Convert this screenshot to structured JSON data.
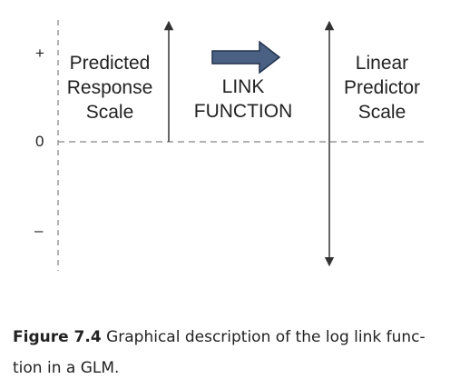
{
  "diagram": {
    "axis_labels": {
      "plus": "+",
      "zero": "0",
      "minus": "–"
    },
    "predicted_response_scale": [
      "Predicted",
      "Response",
      "Scale"
    ],
    "link_function": [
      "LINK",
      "FUNCTION"
    ],
    "linear_predictor_scale": [
      "Linear",
      "Predictor",
      "Scale"
    ],
    "colors": {
      "arrow_fill": "#4a6184",
      "arrow_stroke": "#22324c",
      "line": "#333333",
      "dashed_line": "#999999"
    }
  },
  "caption": {
    "figure_number": "Figure 7.4",
    "text": " Graphical description of the log link func-tion in a GLM."
  }
}
